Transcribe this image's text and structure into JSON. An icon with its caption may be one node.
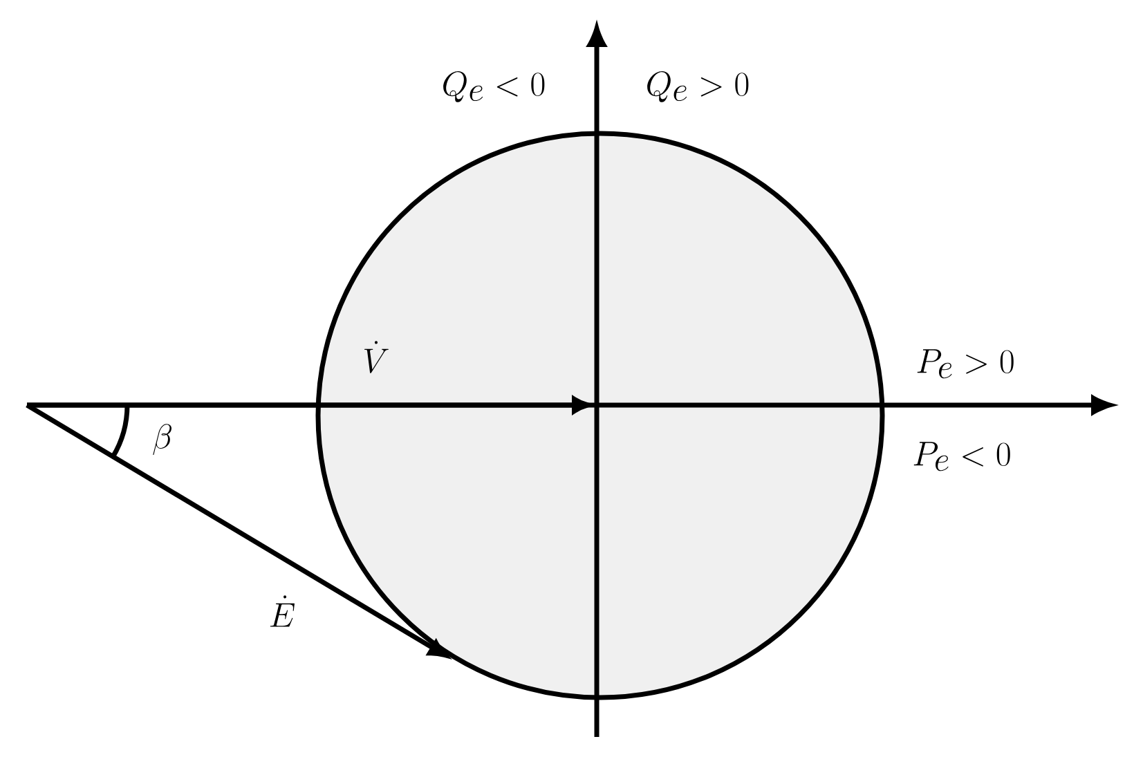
{
  "diagram": {
    "labels": [
      "Q_e < 0",
      "Q_e > 0",
      "P_e > 0",
      "\\dot{V}",
      "P_e < 0",
      "\\beta",
      "\\dot{E}"
    ]
  }
}
